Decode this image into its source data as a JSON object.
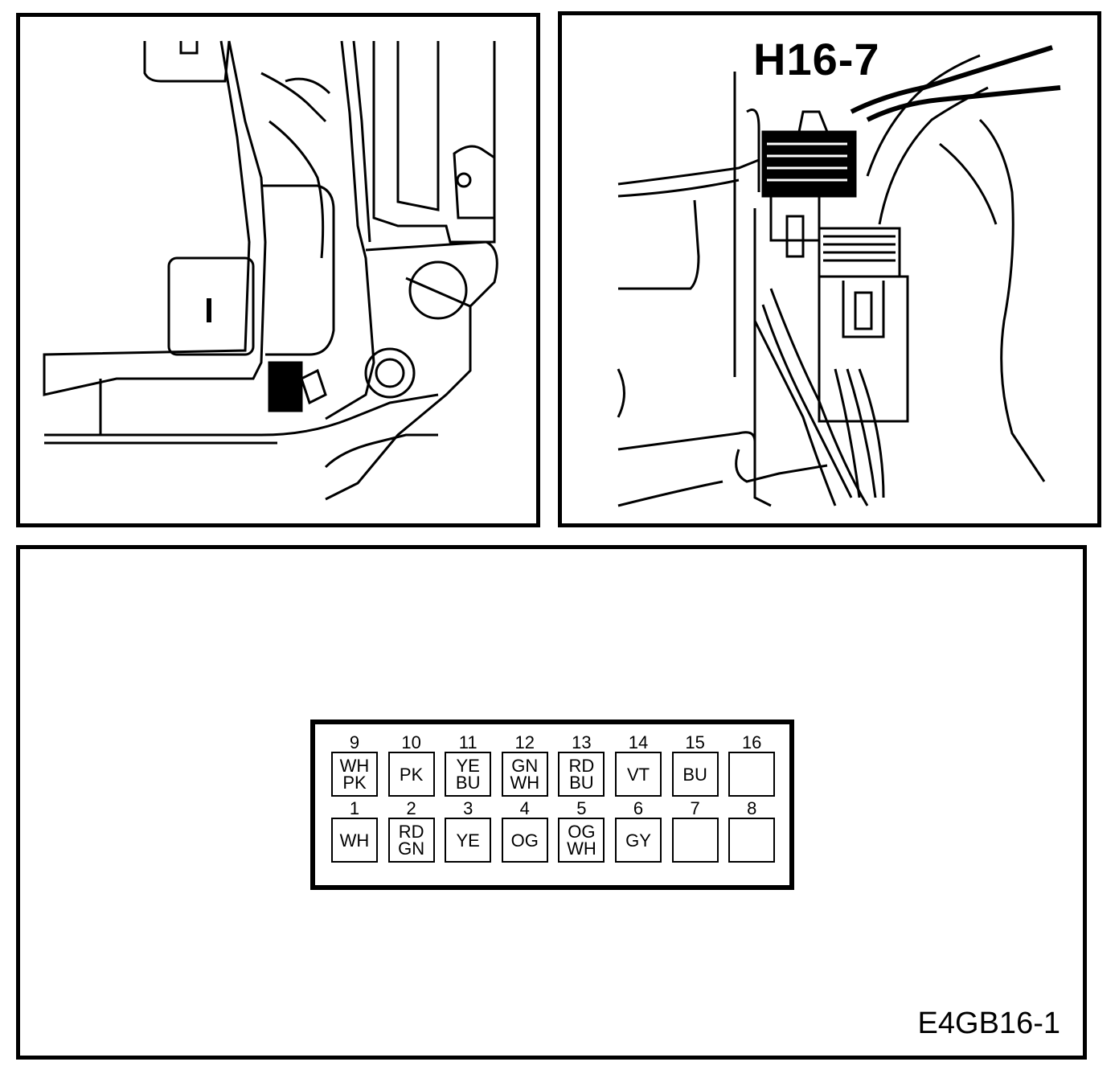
{
  "top_right_panel": {
    "connector_label": "H16-7"
  },
  "bottom_panel": {
    "figure_code": "E4GB16-1",
    "connector_pins": {
      "top_row": [
        {
          "number": "9",
          "wire": "WH\nPK"
        },
        {
          "number": "10",
          "wire": "PK"
        },
        {
          "number": "11",
          "wire": "YE\nBU"
        },
        {
          "number": "12",
          "wire": "GN\nWH"
        },
        {
          "number": "13",
          "wire": "RD\nBU"
        },
        {
          "number": "14",
          "wire": "VT"
        },
        {
          "number": "15",
          "wire": "BU"
        },
        {
          "number": "16",
          "wire": ""
        }
      ],
      "bottom_row": [
        {
          "number": "1",
          "wire": "WH"
        },
        {
          "number": "2",
          "wire": "RD\nGN"
        },
        {
          "number": "3",
          "wire": "YE"
        },
        {
          "number": "4",
          "wire": "OG"
        },
        {
          "number": "5",
          "wire": "OG\nWH"
        },
        {
          "number": "6",
          "wire": "GY"
        },
        {
          "number": "7",
          "wire": ""
        },
        {
          "number": "8",
          "wire": ""
        }
      ]
    }
  }
}
